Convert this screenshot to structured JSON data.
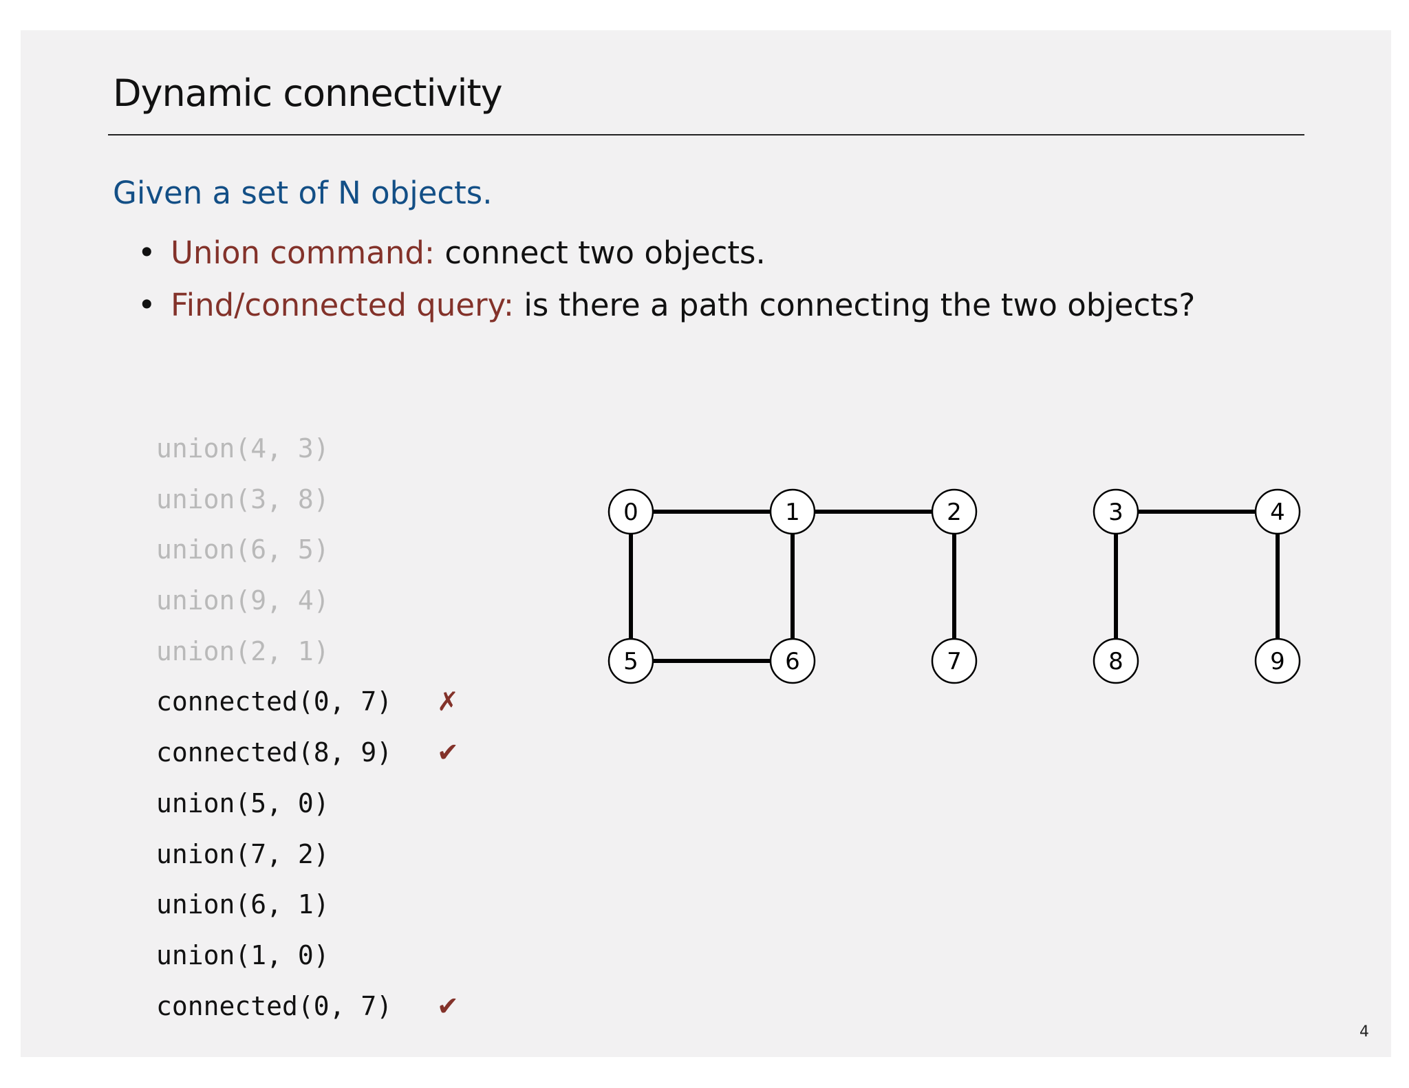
{
  "slide": {
    "title": "Dynamic connectivity",
    "intro": "Given a set of N objects.",
    "bullets": [
      {
        "term": "Union command:",
        "text": "connect two objects."
      },
      {
        "term": "Find/connected query:",
        "text": "is there a path connecting the two objects?"
      }
    ],
    "operations": [
      {
        "text": "union(4, 3)",
        "faded": true,
        "result": ""
      },
      {
        "text": "union(3, 8)",
        "faded": true,
        "result": ""
      },
      {
        "text": "union(6, 5)",
        "faded": true,
        "result": ""
      },
      {
        "text": "union(9, 4)",
        "faded": true,
        "result": ""
      },
      {
        "text": "union(2, 1)",
        "faded": true,
        "result": ""
      },
      {
        "text": "connected(0, 7)",
        "faded": false,
        "result": "✗"
      },
      {
        "text": "connected(8, 9)",
        "faded": false,
        "result": "✔"
      },
      {
        "text": "union(5, 0)",
        "faded": false,
        "result": ""
      },
      {
        "text": "union(7, 2)",
        "faded": false,
        "result": ""
      },
      {
        "text": "union(6, 1)",
        "faded": false,
        "result": ""
      },
      {
        "text": "union(1, 0)",
        "faded": false,
        "result": ""
      },
      {
        "text": "connected(0, 7)",
        "faded": false,
        "result": "✔"
      }
    ],
    "page_number": "4",
    "colors": {
      "title": "#111111",
      "intro": "#134f86",
      "term": "#83322a",
      "faded": "#b9b9b9",
      "mark": "#83322a"
    }
  },
  "graph": {
    "nodes": [
      "0",
      "1",
      "2",
      "3",
      "4",
      "5",
      "6",
      "7",
      "8",
      "9"
    ],
    "edges": [
      [
        0,
        1
      ],
      [
        1,
        2
      ],
      [
        0,
        5
      ],
      [
        1,
        6
      ],
      [
        5,
        6
      ],
      [
        2,
        7
      ],
      [
        3,
        4
      ],
      [
        3,
        8
      ],
      [
        4,
        9
      ]
    ]
  }
}
